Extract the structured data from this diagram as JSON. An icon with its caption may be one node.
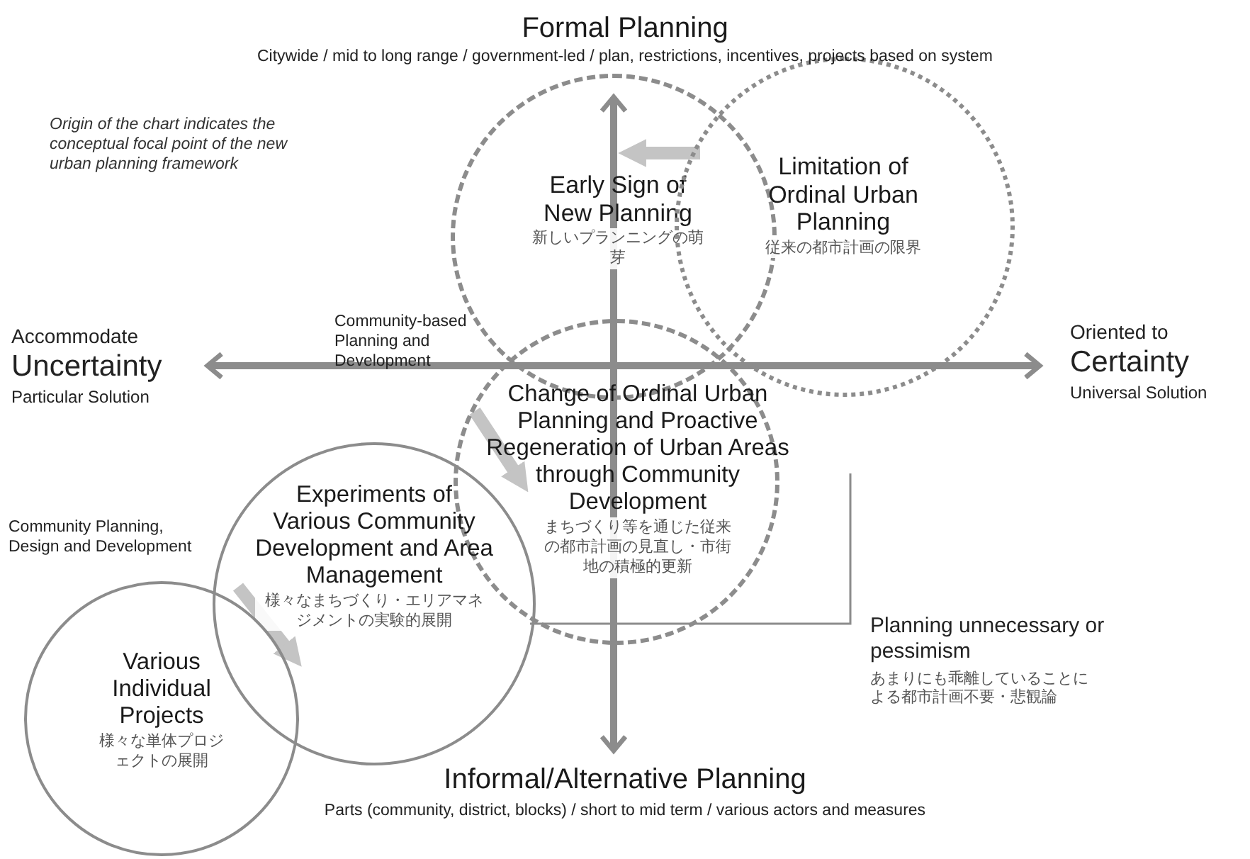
{
  "diagram": {
    "nodes": [
      {
        "text": [
          "Early Sign of New Planning",
          "新しいプランニングの萌芽"
        ]
      },
      {
        "text": [
          "Limitation of Ordinal Urban Planning",
          "従来の都市計画の限界"
        ]
      },
      {
        "text": [
          "Change of Ordinal Urban Planning and Proactive Regeneration of Urban Areas through Community Development",
          "まちづくり等を通じた従来の都市計画の見直し・市街地の積極的更新"
        ]
      },
      {
        "text": [
          "Experiments of Various Community Development and Area Management",
          "様々なまちづくり・エリアマネジメントの実験的展開"
        ]
      },
      {
        "text": [
          "Various Individual Projects",
          "様々な単体プロジェクトの展開"
        ]
      }
    ],
    "edges": [
      {
        "from": 1,
        "to": 0,
        "arrow": "to"
      },
      {
        "from": 2,
        "to": 3,
        "arrow": "to"
      },
      {
        "from": 4,
        "to": 3,
        "arrow": "to"
      }
    ],
    "labels": [
      "Formal Planning",
      "Citywide / mid to long range / government-led / plan, restrictions, incentives, projects based on system",
      "Origin of the chart indicates the conceptual focal point of the new urban planning framework",
      "Accommodate",
      "Uncertainty",
      "Particular Solution",
      "Community-based Planning and Development",
      "Oriented to",
      "Certainty",
      "Universal Solution",
      "Community Planning, Design and Development",
      "Planning unnecessary or pessimism",
      "あまりにも乖離していることによる都市計画不要・悲観論",
      "Informal/Alternative Planning",
      "Parts (community, district, blocks) / short to mid term / various actors and measures"
    ]
  }
}
